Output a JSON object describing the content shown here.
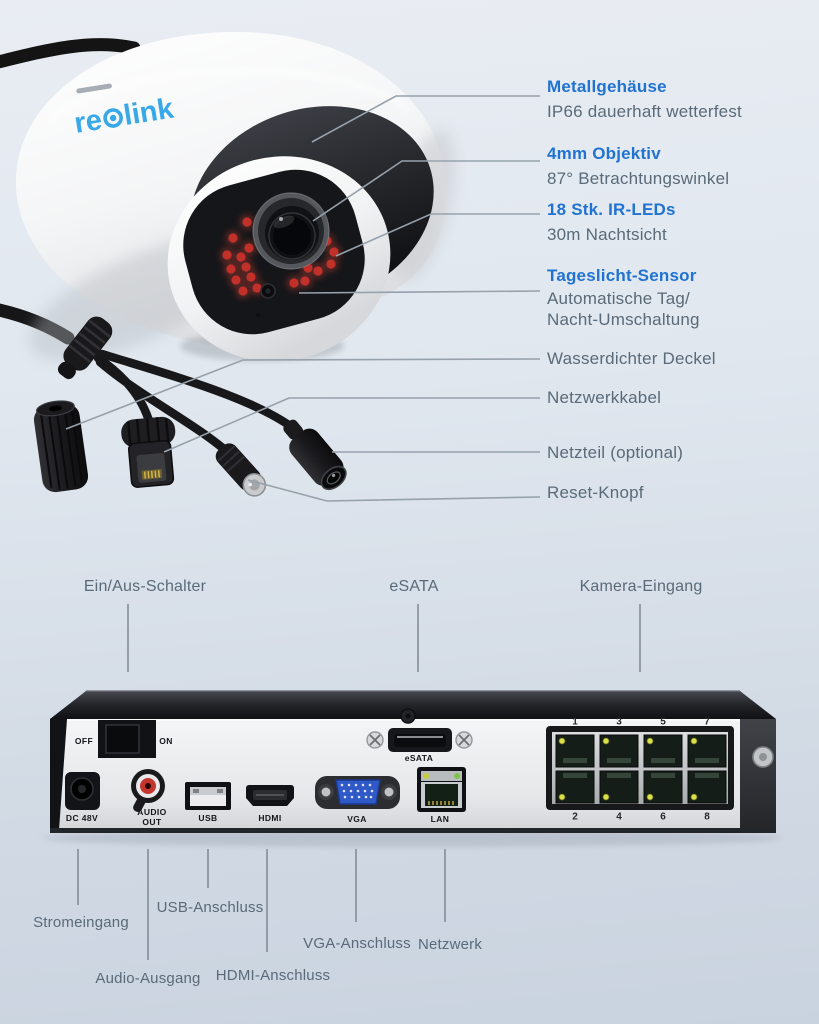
{
  "colors": {
    "accent_blue": "#2173d1",
    "text_gray": "#5a6a78",
    "logo_blue": "#38a8e8",
    "leader_line": "#97a1ab",
    "background_top": "#e9edf3",
    "background_bottom": "#c9d3df",
    "ir_led_red": "#c2302a",
    "vga_blue": "#2e59c7"
  },
  "camera": {
    "brand_re": "re",
    "brand_link": "link",
    "callouts": [
      {
        "title": "Metallgehäuse",
        "desc": "IP66 dauerhaft wetterfest"
      },
      {
        "title": "4mm Objektiv",
        "desc": "87° Betrachtungswinkel"
      },
      {
        "title": "18 Stk. IR-LEDs",
        "desc": "30m Nachtsicht"
      },
      {
        "title": "Tageslicht-Sensor",
        "desc": "Automatische Tag/\nNacht-Umschaltung"
      }
    ],
    "part_labels": [
      "Wasserdichter Deckel",
      "Netzwerkkabel",
      "Netzteil (optional)",
      "Reset-Knopf"
    ]
  },
  "nvr": {
    "top_callouts": [
      "Ein/Aus-Schalter",
      "eSATA",
      "Kamera-Eingang"
    ],
    "bottom_callouts": [
      "Stromeingang",
      "Audio-Ausgang",
      "USB-Anschluss",
      "HDMI-Anschluss",
      "VGA-Anschluss",
      "Netzwerk"
    ],
    "panel_labels": {
      "off": "OFF",
      "on": "ON",
      "dc_power": "DC 48V",
      "audio_line1": "AUDIO",
      "audio_line2": "OUT",
      "usb": "USB",
      "hdmi": "HDMI",
      "vga": "VGA",
      "lan": "LAN",
      "esata": "eSATA"
    },
    "camera_port_numbers_top": [
      "1",
      "3",
      "5",
      "7"
    ],
    "camera_port_numbers_bottom": [
      "2",
      "4",
      "6",
      "8"
    ]
  }
}
